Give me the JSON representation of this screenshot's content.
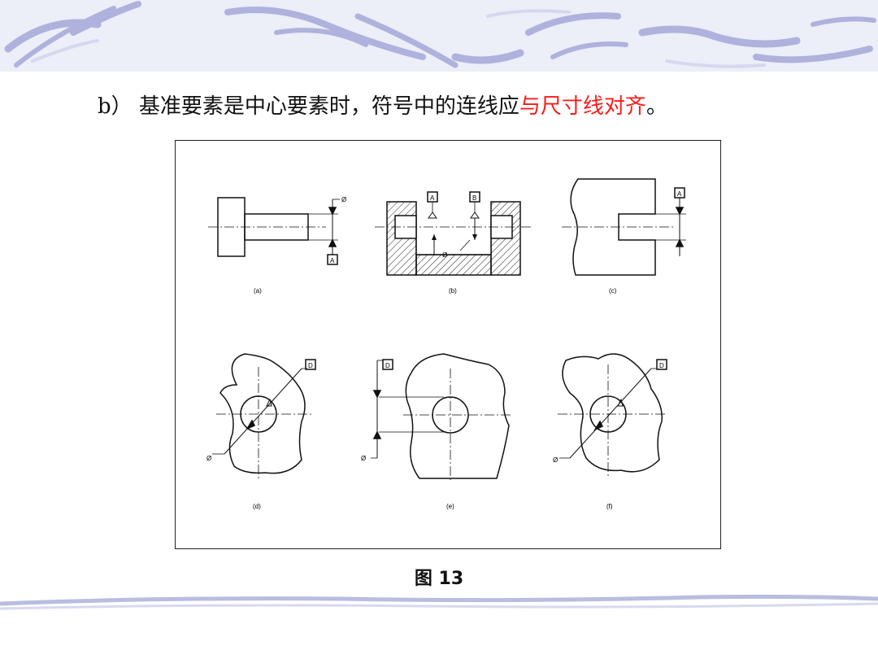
{
  "heading": {
    "prefix": "b） 基准要素是中心要素时，符号中的连线应",
    "highlight": "与尺寸线对齐",
    "suffix": "。"
  },
  "figure": {
    "panels": [
      {
        "label": "(a)",
        "datums": [
          "A"
        ],
        "dim_symbol": "Ø"
      },
      {
        "label": "(b)",
        "datums": [
          "A",
          "B"
        ],
        "dim_symbol": "Ø"
      },
      {
        "label": "(c)",
        "datums": [
          "A"
        ]
      },
      {
        "label": "(d)",
        "datums": [
          "D"
        ],
        "dim_symbol": "Ø"
      },
      {
        "label": "(e)",
        "datums": [
          "D"
        ],
        "dim_symbol": "Ø"
      },
      {
        "label": "(f)",
        "datums": [
          "D"
        ],
        "dim_symbol": "Ø"
      }
    ]
  },
  "caption": "图 13",
  "colors": {
    "highlight": "#ff1a1a",
    "banner": "#b8bce0",
    "banner_bg": "#eceef8"
  }
}
